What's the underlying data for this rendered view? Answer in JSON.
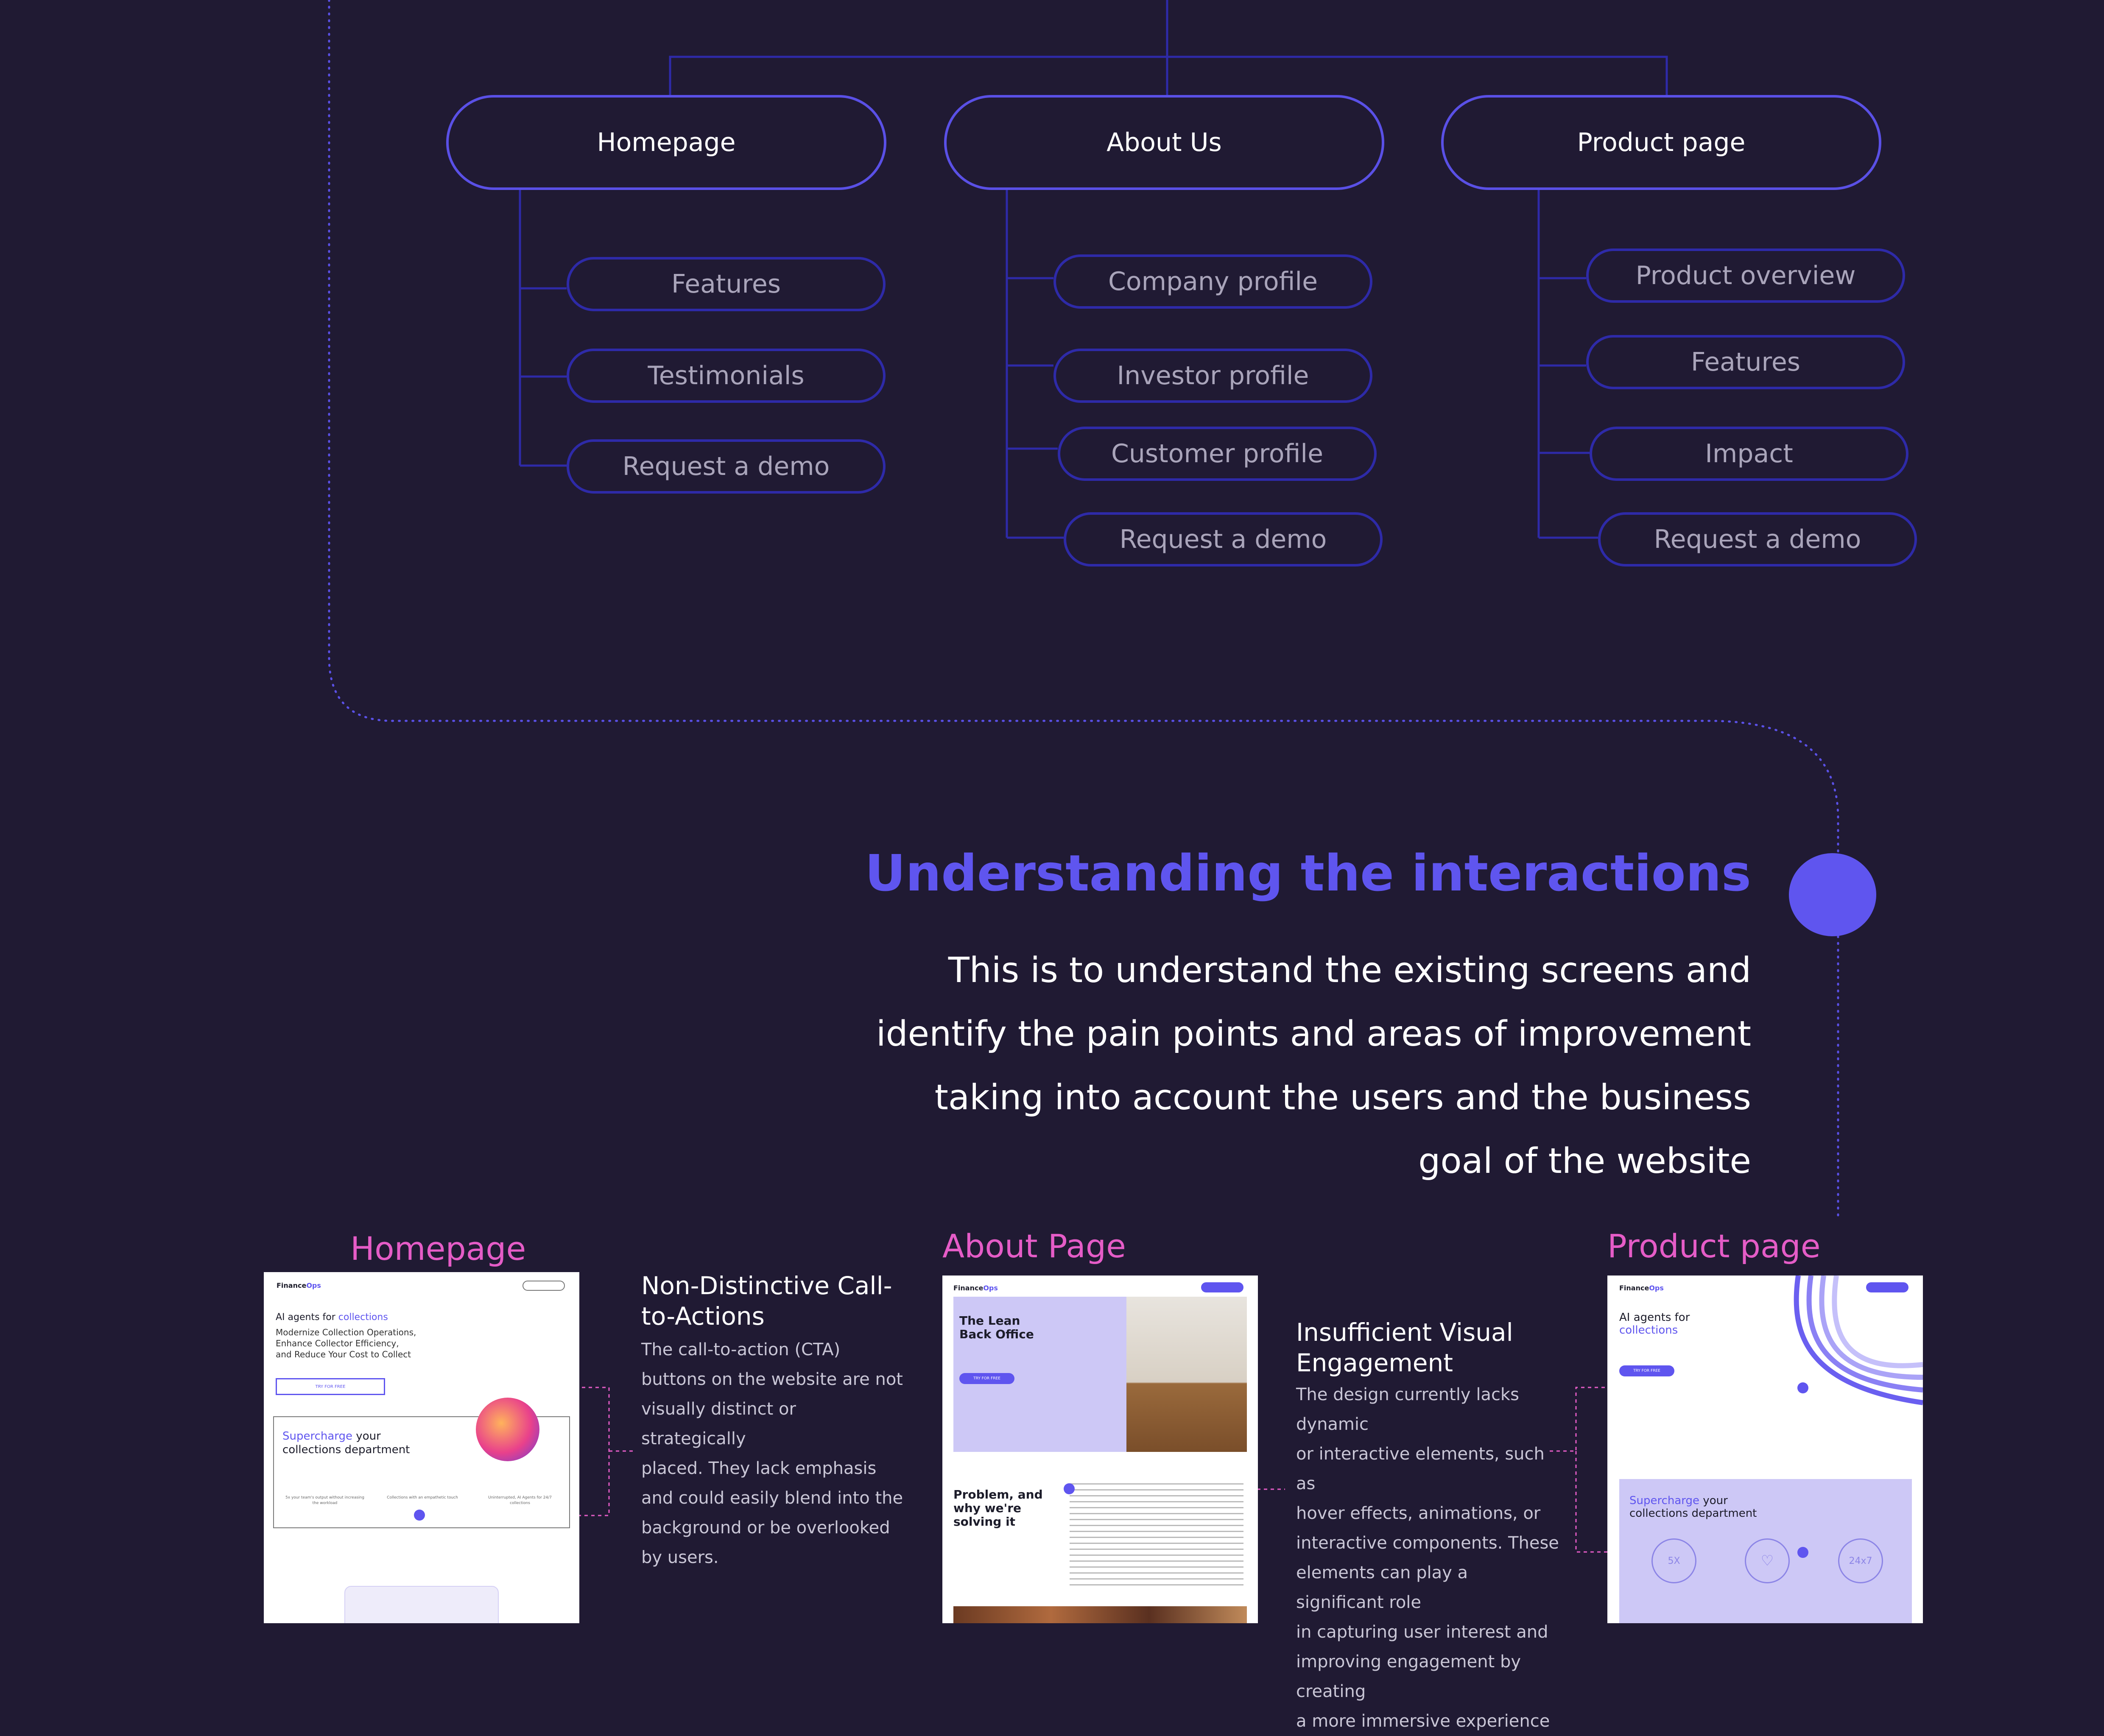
{
  "sitemap": {
    "columns": [
      {
        "title": "Homepage",
        "items": [
          "Features",
          "Testimonials",
          "Request a demo"
        ]
      },
      {
        "title": "About Us",
        "items": [
          "Company profile",
          "Investor profile",
          "Customer profile",
          "Request a demo"
        ]
      },
      {
        "title": "Product page",
        "items": [
          "Product overview",
          "Features",
          "Impact",
          "Request a demo"
        ]
      }
    ]
  },
  "interactions": {
    "heading": "Understanding the interactions",
    "intro_lines": [
      "This is to understand the existing screens and",
      "identify the pain points and areas of improvement",
      "taking into account the users and the business",
      "goal of the website"
    ]
  },
  "screens": {
    "homepage": {
      "label": "Homepage",
      "brand_a": "Finance",
      "brand_b": "Ops",
      "hero_prefix": "AI agents for ",
      "hero_accent": "collections",
      "sub_lines": [
        "Modernize Collection Operations,",
        "Enhance Collector Efficiency,",
        "and Reduce Your Cost to Collect"
      ],
      "cta": "TRY FOR FREE",
      "card_accent": "Supercharge",
      "card_rest": " your",
      "card_line2": "collections department",
      "stats": [
        "5x your team's output without increasing the workload",
        "Collections with an empathetic touch",
        "Uninterrupted, AI Agents for 24/7 collections"
      ]
    },
    "about": {
      "label": "About Page",
      "brand_a": "Finance",
      "brand_b": "Ops",
      "hero_line1": "The Lean",
      "hero_line2": "Back Office",
      "cta": "TRY FOR FREE",
      "problem_line1": "Problem, and",
      "problem_line2": "why we're",
      "problem_line3": "solving it"
    },
    "product": {
      "label": "Product page",
      "brand_a": "Finance",
      "brand_b": "Ops",
      "hero_line1": "AI agents for",
      "hero_accent": "collections",
      "cta": "TRY FOR FREE",
      "card_accent": "Supercharge",
      "card_rest": " your",
      "card_line2": "collections department",
      "stat_values": [
        "5X",
        "24x7"
      ]
    }
  },
  "notes": {
    "cta": {
      "title_lines": [
        "Non-Distinctive Call-",
        "to-Actions"
      ],
      "body_lines": [
        "The call-to-action (CTA)",
        "buttons on the website are not",
        "visually distinct or strategically",
        "placed. They lack emphasis",
        "and could easily blend into the",
        "background or be overlooked",
        "by users."
      ]
    },
    "visual": {
      "title_lines": [
        "Insufficient Visual",
        "Engagement"
      ],
      "body_lines": [
        "The design currently lacks dynamic",
        "or interactive elements, such as",
        "hover effects, animations, or",
        "interactive components. These",
        "elements can play a significant role",
        "in capturing user interest and",
        "improving engagement by creating",
        "a more immersive experience"
      ]
    }
  },
  "colors": {
    "background": "#201a33",
    "accent": "#5f55ef",
    "pill_border": "#5a50e6",
    "sub_pill_border": "#2e2aa8",
    "label_pink": "#e55cc7"
  }
}
